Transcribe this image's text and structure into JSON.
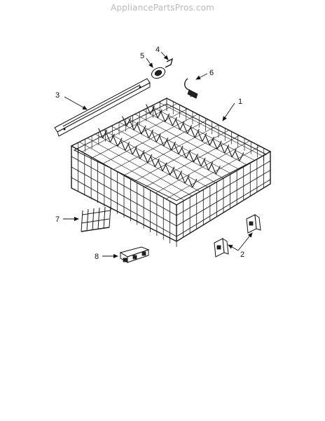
{
  "watermark": "AppliancePartsPros.com",
  "callouts": [
    {
      "id": "1",
      "label": "1"
    },
    {
      "id": "2",
      "label": "2"
    },
    {
      "id": "3",
      "label": "3"
    },
    {
      "id": "4",
      "label": "4"
    },
    {
      "id": "5",
      "label": "5"
    },
    {
      "id": "6",
      "label": "6"
    },
    {
      "id": "7",
      "label": "7"
    },
    {
      "id": "8",
      "label": "8"
    }
  ]
}
